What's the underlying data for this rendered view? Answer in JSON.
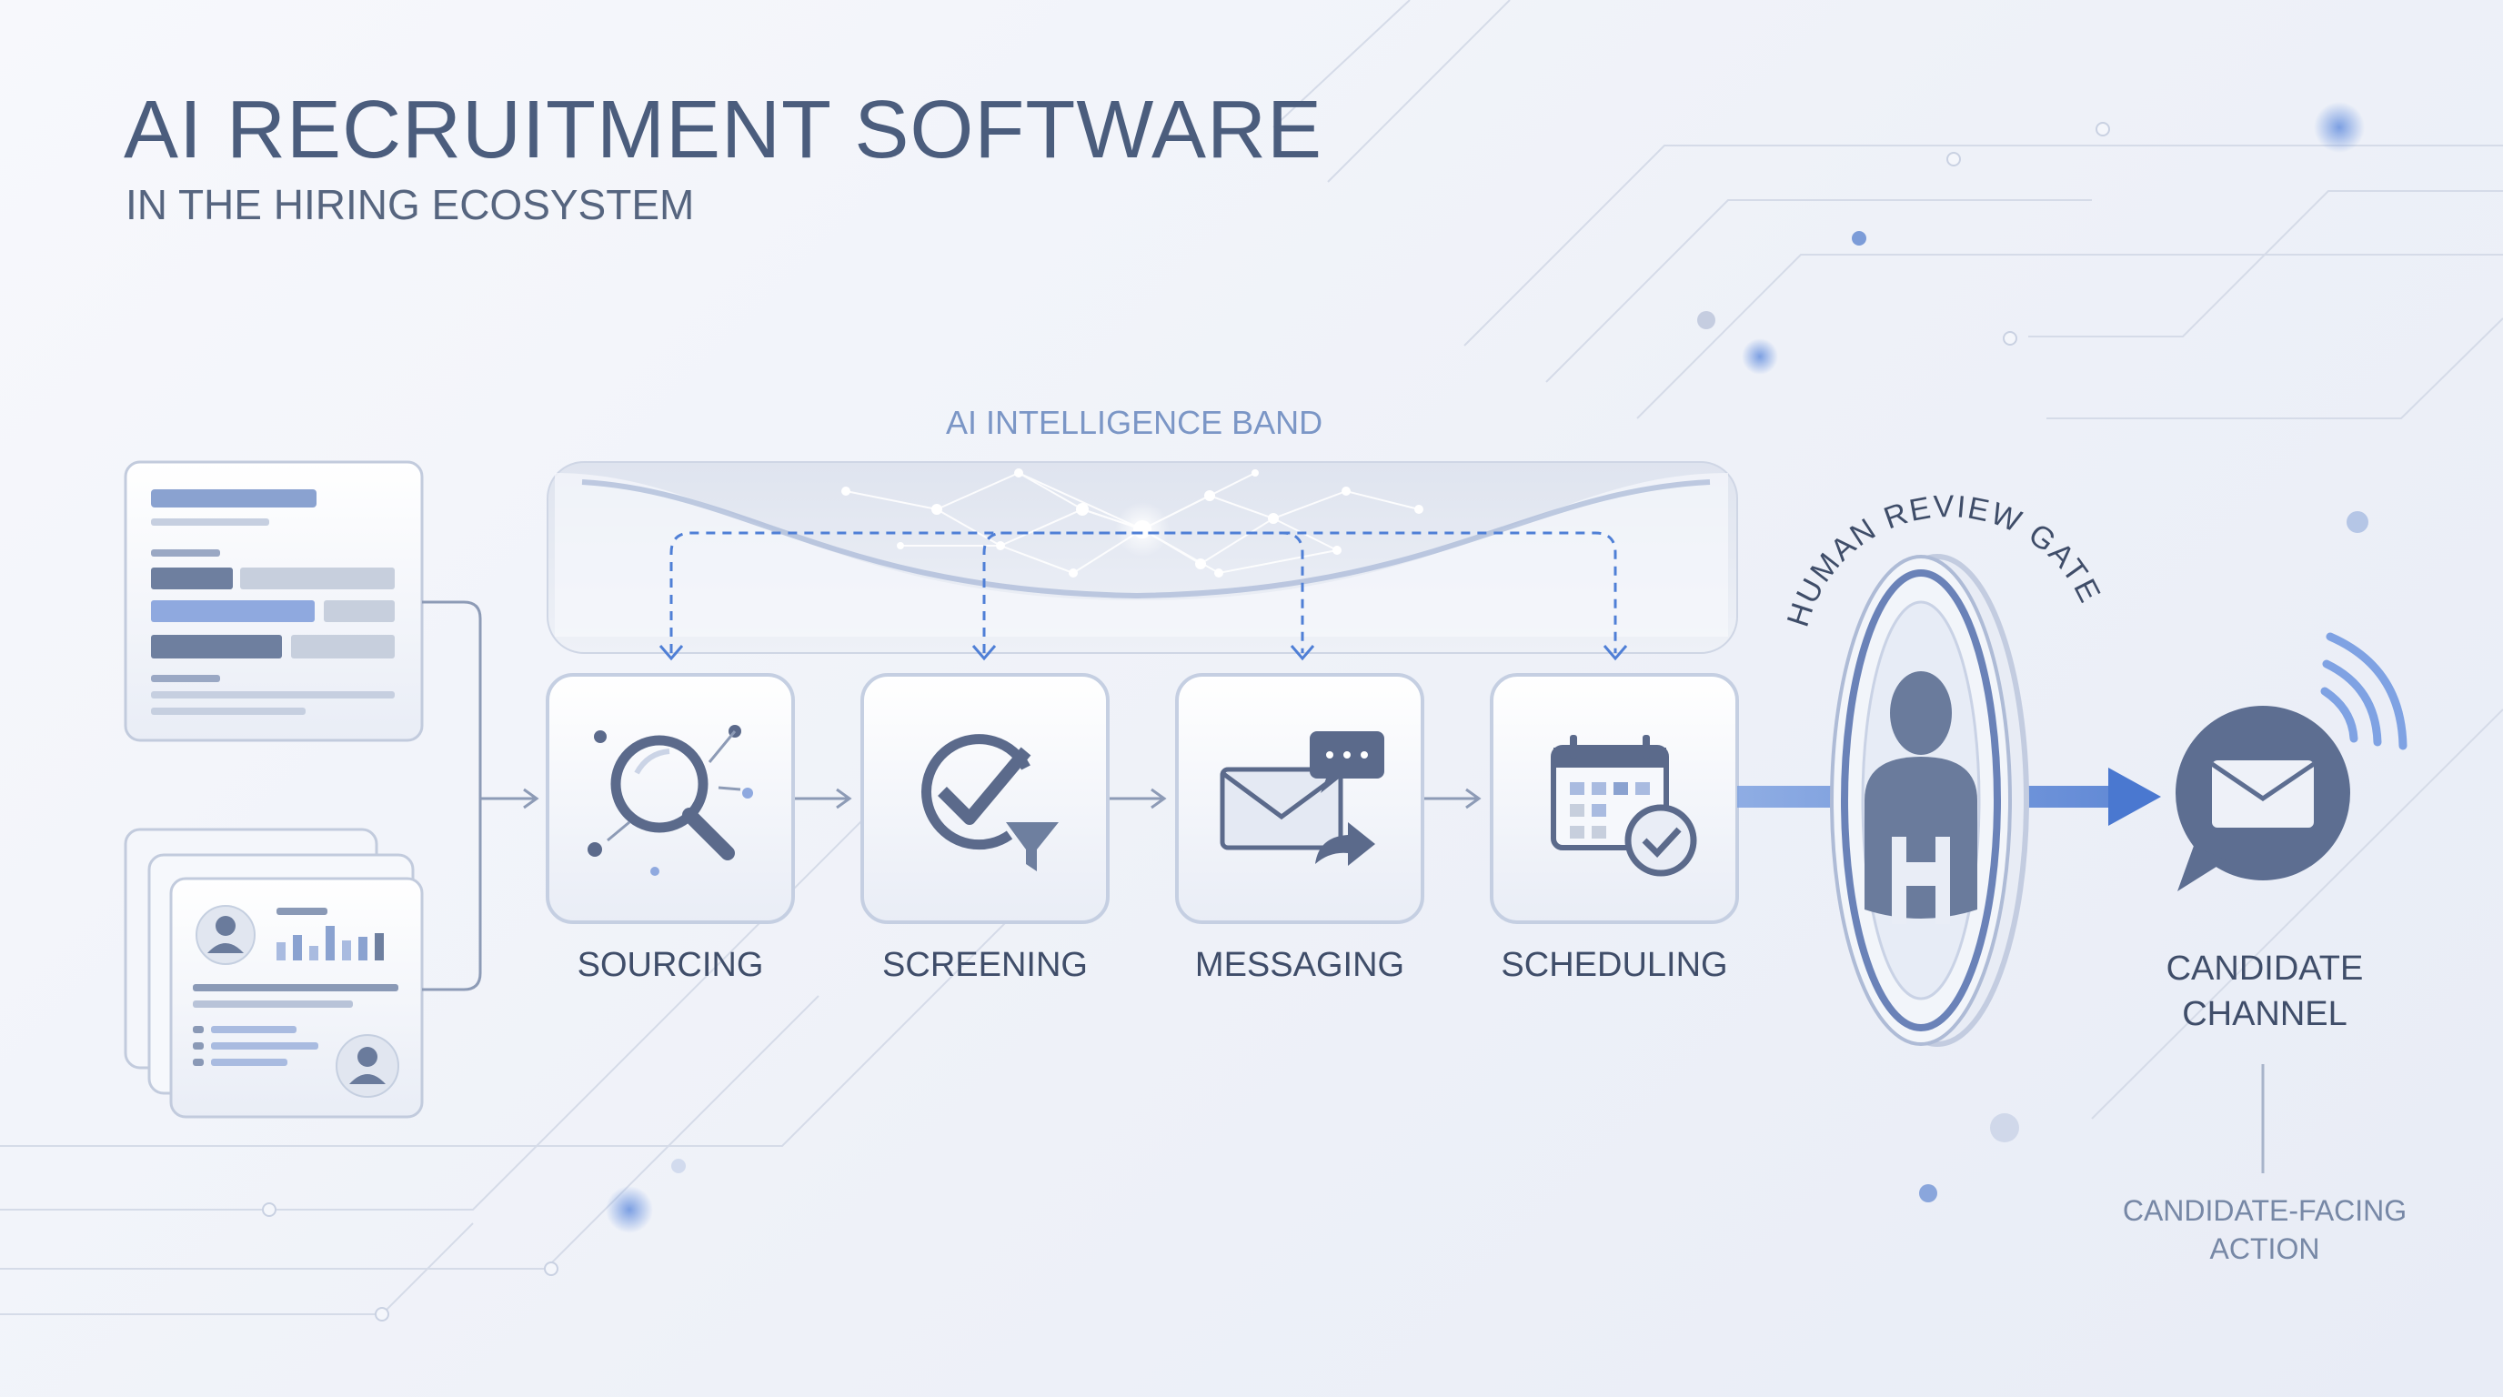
{
  "header": {
    "title": "AI RECRUITMENT SOFTWARE",
    "subtitle": "IN THE HIRING ECOSYSTEM"
  },
  "band": {
    "label": "AI INTELLIGENCE BAND"
  },
  "stages": [
    {
      "label": "SOURCING",
      "icon": "magnifier-icon"
    },
    {
      "label": "SCREENING",
      "icon": "check-filter-icon"
    },
    {
      "label": "MESSAGING",
      "icon": "envelope-chat-icon"
    },
    {
      "label": "SCHEDULING",
      "icon": "calendar-check-icon"
    }
  ],
  "gate": {
    "label": "HUMAN REVIEW GATE",
    "icon": "person-icon"
  },
  "candidate": {
    "label_line1": "CANDIDATE",
    "label_line2": "CHANNEL",
    "icon": "chat-envelope-icon",
    "facing_line1": "CANDIDATE-FACING",
    "facing_line2": "ACTION"
  },
  "colors": {
    "accent": "#4f7fd6",
    "dark_slate": "#5a6b8c",
    "text": "#3f4d69",
    "card_border": "#c5cfe2"
  }
}
